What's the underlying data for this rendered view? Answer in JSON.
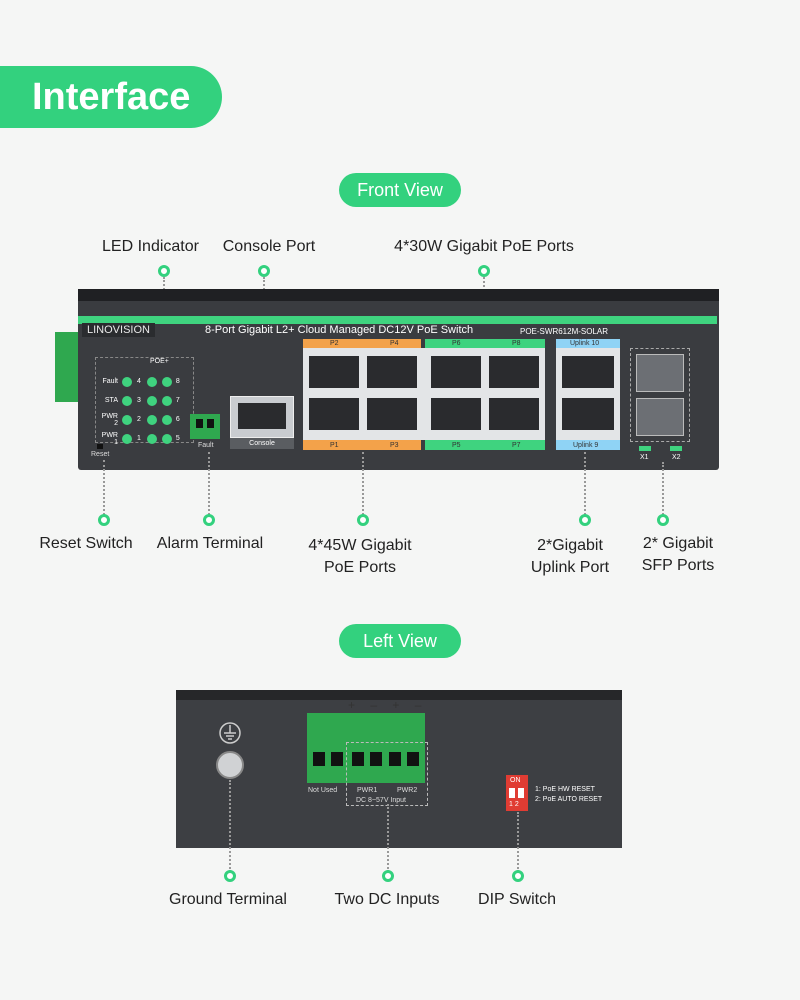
{
  "header": {
    "title": "Interface"
  },
  "sections": {
    "front": "Front View",
    "left": "Left View"
  },
  "front_device": {
    "brand": "LINOVISION",
    "model": "8-Port Gigabit L2+ Cloud Managed DC12V PoE Switch",
    "sku": "POE-SWR612M-SOLAR",
    "led": {
      "poe": "POE+",
      "rows": [
        "Fault",
        "STA",
        "PWR 2",
        "PWR 1"
      ],
      "nums_left": [
        "4",
        "3",
        "2",
        "1"
      ],
      "nums_right": [
        "8",
        "7",
        "6",
        "5"
      ]
    },
    "reset": "Reset",
    "fault": "Fault",
    "console": "Console",
    "top_ports": [
      "P2",
      "P4",
      "P6",
      "P8",
      "Uplink 10"
    ],
    "bottom_ports": [
      "P1",
      "P3",
      "P5",
      "P7",
      "Uplink 9"
    ],
    "sfp": [
      "X1",
      "X2"
    ]
  },
  "callouts": {
    "led_indicator": "LED Indicator",
    "console_port": "Console Port",
    "poe30": "4*30W Gigabit PoE Ports",
    "reset_switch": "Reset Switch",
    "alarm_terminal": "Alarm Terminal",
    "poe45_1": "4*45W Gigabit",
    "poe45_2": "PoE Ports",
    "uplink_1": "2*Gigabit",
    "uplink_2": "Uplink Port",
    "sfp_1": "2* Gigabit",
    "sfp_2": "SFP Ports",
    "ground": "Ground Terminal",
    "dc": "Two DC Inputs",
    "dip": "DIP Switch"
  },
  "left_device": {
    "polarity": "+ – + –",
    "not_used": "Not Used",
    "pwr1": "PWR1",
    "pwr2": "PWR2",
    "dc_input": "DC 8~57V Input",
    "on": "ON",
    "dip_nums": "1 2",
    "dip1": "1: PoE HW RESET",
    "dip2": "2: PoE AUTO RESET"
  },
  "colors": {
    "accent": "#33d17e",
    "orange": "#f3a24a",
    "green_band": "#3fd37f",
    "blue_band": "#8fd3f5"
  }
}
